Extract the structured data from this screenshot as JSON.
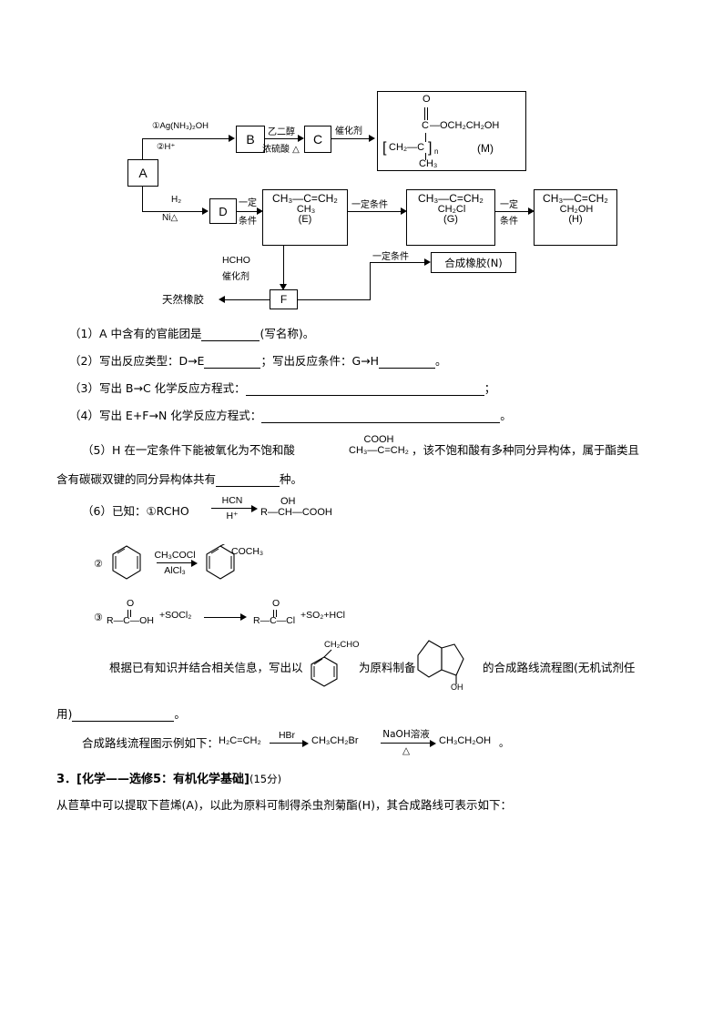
{
  "flowchart": {
    "boxes": {
      "a": "A",
      "b": "B",
      "c": "C",
      "d": "D",
      "f": "F",
      "m_label": "(M)",
      "e_label": "(E)",
      "g_label": "(G)",
      "h_label": "(H)",
      "natural_rubber": "天然橡胶",
      "synthetic_rubber": "合成橡胶(N)"
    },
    "conditions": {
      "ag_reagent": "①Ag(NH₃)₂OH",
      "acid": "②H⁺",
      "glycol": "乙二醇",
      "sulfuric": "浓硫酸 △",
      "catalyst": "催化剂",
      "h2": "H₂",
      "ni": "Ni△",
      "certain_1": "一定",
      "certain_2": "条件",
      "certain_cond_1": "一定条件",
      "certain_cond_2": "一定",
      "certain_cond_2b": "条件",
      "certain_cond_3": "一定条件",
      "hcho": "HCHO",
      "hcho_cat": "催化剂"
    },
    "m_structure": {
      "o": "O",
      "c_ester": "C",
      "ester_group": "—OCH₂CH₂OH",
      "backbone": "CH₂—C",
      "n": "n",
      "methyl": "CH₃"
    },
    "e_structure": {
      "main": "CH₃—C=CH₂",
      "branch": "CH₃"
    },
    "g_structure": {
      "main": "CH₃—C=CH₂",
      "branch": "CH₂Cl"
    },
    "h_structure": {
      "main": "CH₃—C=CH₂",
      "branch": "CH₂OH"
    }
  },
  "questions": {
    "q1": "（1）A 中含有的官能团是",
    "q1_tail": "(写名称)。",
    "q2a": "（2）写出反应类型：D→E",
    "q2b": "；写出反应条件：G→H",
    "q2_tail": "。",
    "q3": "（3）写出 B→C 化学反应方程式：",
    "q3_tail": "；",
    "q4": "（4）写出 E+F→N 化学反应方程式：",
    "q4_tail": "。",
    "q5a": "（5）H 在一定条件下能被氧化为不饱和酸",
    "q5b": "，该不饱和酸有多种同分异构体，属于酯类且",
    "q5c": "含有碳碳双键的同分异构体共有",
    "q5_tail": "种。",
    "q5_acid": {
      "top": "COOH",
      "mid": "CH₃—C=CH₂"
    },
    "q6_intro": "（6）已知：①RCHO",
    "q6_hint1": {
      "above": "HCN",
      "below": "H⁺",
      "product_top": "OH",
      "product_mid": "R—CH—COOH"
    },
    "q6_hint2": {
      "marker": "②",
      "above": "CH₃COCl",
      "below": "AlCl₃",
      "product_label": "COCH₃"
    },
    "q6_hint3": {
      "marker": "③",
      "reactant_o": "O",
      "reactant": "R—C—OH",
      "plus_reagent": "+SOCl₂",
      "product_o": "O",
      "product": "R—C—Cl",
      "product_tail": "+SO₂+HCl"
    },
    "q6_task_a": "根据已有知识并结合相关信息，写出以",
    "q6_task_b": "为原料制备",
    "q6_task_c": "的合成路线流程图(无机试剂任",
    "q6_task_d": "用)",
    "q6_task_tail": "。",
    "q6_material_label": "CH₂CHO",
    "q6_example_lead": "合成路线流程图示例如下：",
    "q6_example": {
      "start": "H₂C=CH₂",
      "r1_above": "HBr",
      "mid": "CH₃CH₂Br",
      "r2_above": "NaOH溶液",
      "r2_below": "△",
      "end": "CH₃CH₂OH",
      "tail": "。"
    }
  },
  "section3": {
    "number": "3．",
    "title": "[化学——选修5：有机化学基础]",
    "score": "(15分)",
    "intro": "从苣草中可以提取下苣烯(A)，以此为原料可制得杀虫剂菊酯(H)，其合成路线可表示如下："
  }
}
